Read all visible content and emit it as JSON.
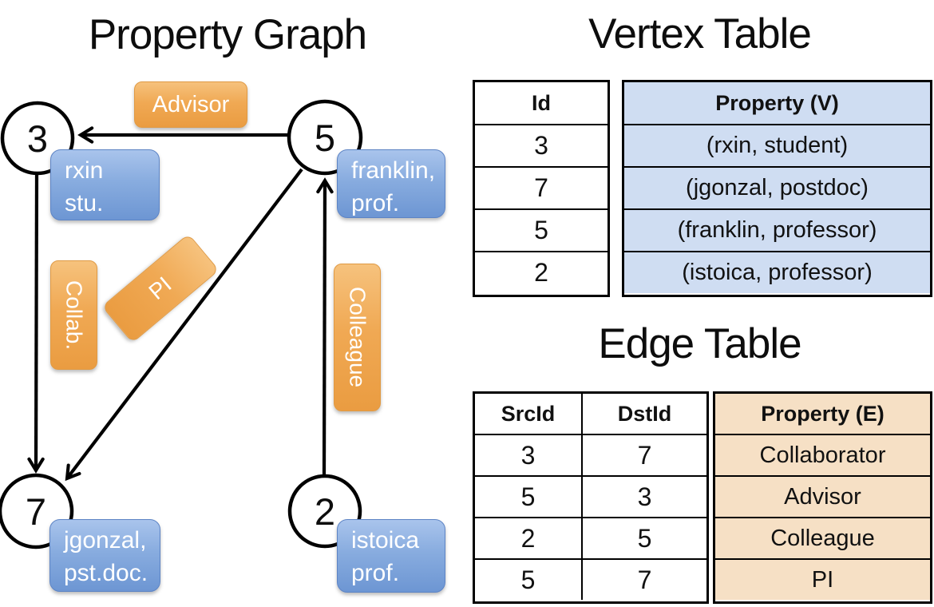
{
  "graph": {
    "title": "Property Graph",
    "nodes": [
      {
        "id": "3",
        "property": [
          "rxin",
          "stu."
        ]
      },
      {
        "id": "5",
        "property": [
          "franklin,",
          "prof."
        ]
      },
      {
        "id": "7",
        "property": [
          "jgonzal,",
          "pst.doc."
        ]
      },
      {
        "id": "2",
        "property": [
          "istoica",
          "prof."
        ]
      }
    ],
    "edges": [
      {
        "src": "5",
        "dst": "3",
        "label": "Advisor"
      },
      {
        "src": "3",
        "dst": "7",
        "label": "Collab."
      },
      {
        "src": "5",
        "dst": "7",
        "label": "PI"
      },
      {
        "src": "2",
        "dst": "5",
        "label": "Colleague"
      }
    ]
  },
  "vertex_table": {
    "title": "Vertex Table",
    "headers": [
      "Id",
      "Property (V)"
    ],
    "rows": [
      [
        "3",
        "(rxin, student)"
      ],
      [
        "7",
        "(jgonzal, postdoc)"
      ],
      [
        "5",
        "(franklin, professor)"
      ],
      [
        "2",
        "(istoica, professor)"
      ]
    ]
  },
  "edge_table": {
    "title": "Edge Table",
    "headers": [
      "SrcId",
      "DstId",
      "Property (E)"
    ],
    "rows": [
      [
        "3",
        "7",
        "Collaborator"
      ],
      [
        "5",
        "3",
        "Advisor"
      ],
      [
        "2",
        "5",
        "Colleague"
      ],
      [
        "5",
        "7",
        "PI"
      ]
    ]
  },
  "colors": {
    "orange_label": "#f0a954",
    "blue_label": "#88acdf",
    "vertex_property_bg": "#cfddf2",
    "edge_property_bg": "#f6e0c5",
    "line": "#000000"
  }
}
